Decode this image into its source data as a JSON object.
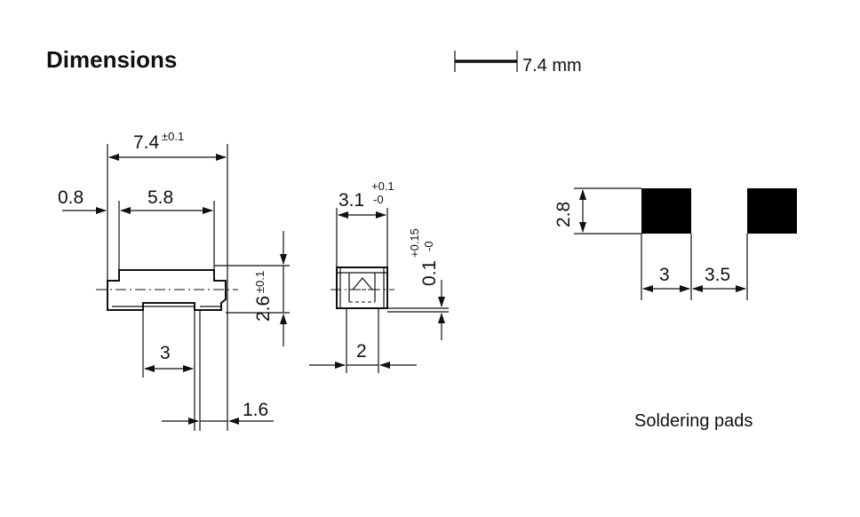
{
  "title": "Dimensions",
  "scale_bar": {
    "label": "7.4 mm"
  },
  "side_view": {
    "width": "7.4",
    "width_tol": "±0.1",
    "left_offset": "0.8",
    "top_length": "5.8",
    "height": "2.6",
    "height_tol": "±0.1",
    "pad_spacing": "3",
    "terminal": "1.6"
  },
  "end_view": {
    "width": "3.1",
    "width_tol_plus": "+0.1",
    "width_tol_minus": "-0",
    "standoff": "0.1",
    "standoff_tol_plus": "+0.15",
    "standoff_tol_minus": "-0",
    "base_width": "2"
  },
  "pads": {
    "height": "2.8",
    "pad_width": "3",
    "gap": "3.5",
    "caption": "Soldering pads"
  }
}
